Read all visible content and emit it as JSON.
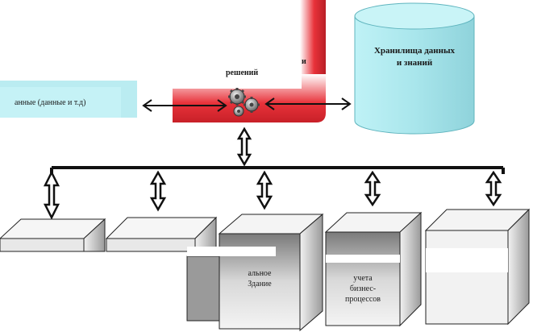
{
  "diagram": {
    "top_labels": {
      "center_block_line1": "решений",
      "storage_line1": "Хранилища данных",
      "storage_line2": "и знаний",
      "left_panel": "анные (данные и т.д)"
    },
    "boxes": [
      {
        "id": "b1",
        "lines": []
      },
      {
        "id": "b2",
        "lines": []
      },
      {
        "id": "b3",
        "lines": [
          "альное",
          "Здание"
        ]
      },
      {
        "id": "b4",
        "lines": [
          "учета",
          "бизнес-",
          "процессов"
        ]
      },
      {
        "id": "b5",
        "lines": []
      }
    ],
    "colors": {
      "red": "#e8323a",
      "cyan": "#aee9ef",
      "cyan_edge": "#5fb4be",
      "gray_face": "#bdbdbd",
      "dark": "#111111"
    }
  }
}
